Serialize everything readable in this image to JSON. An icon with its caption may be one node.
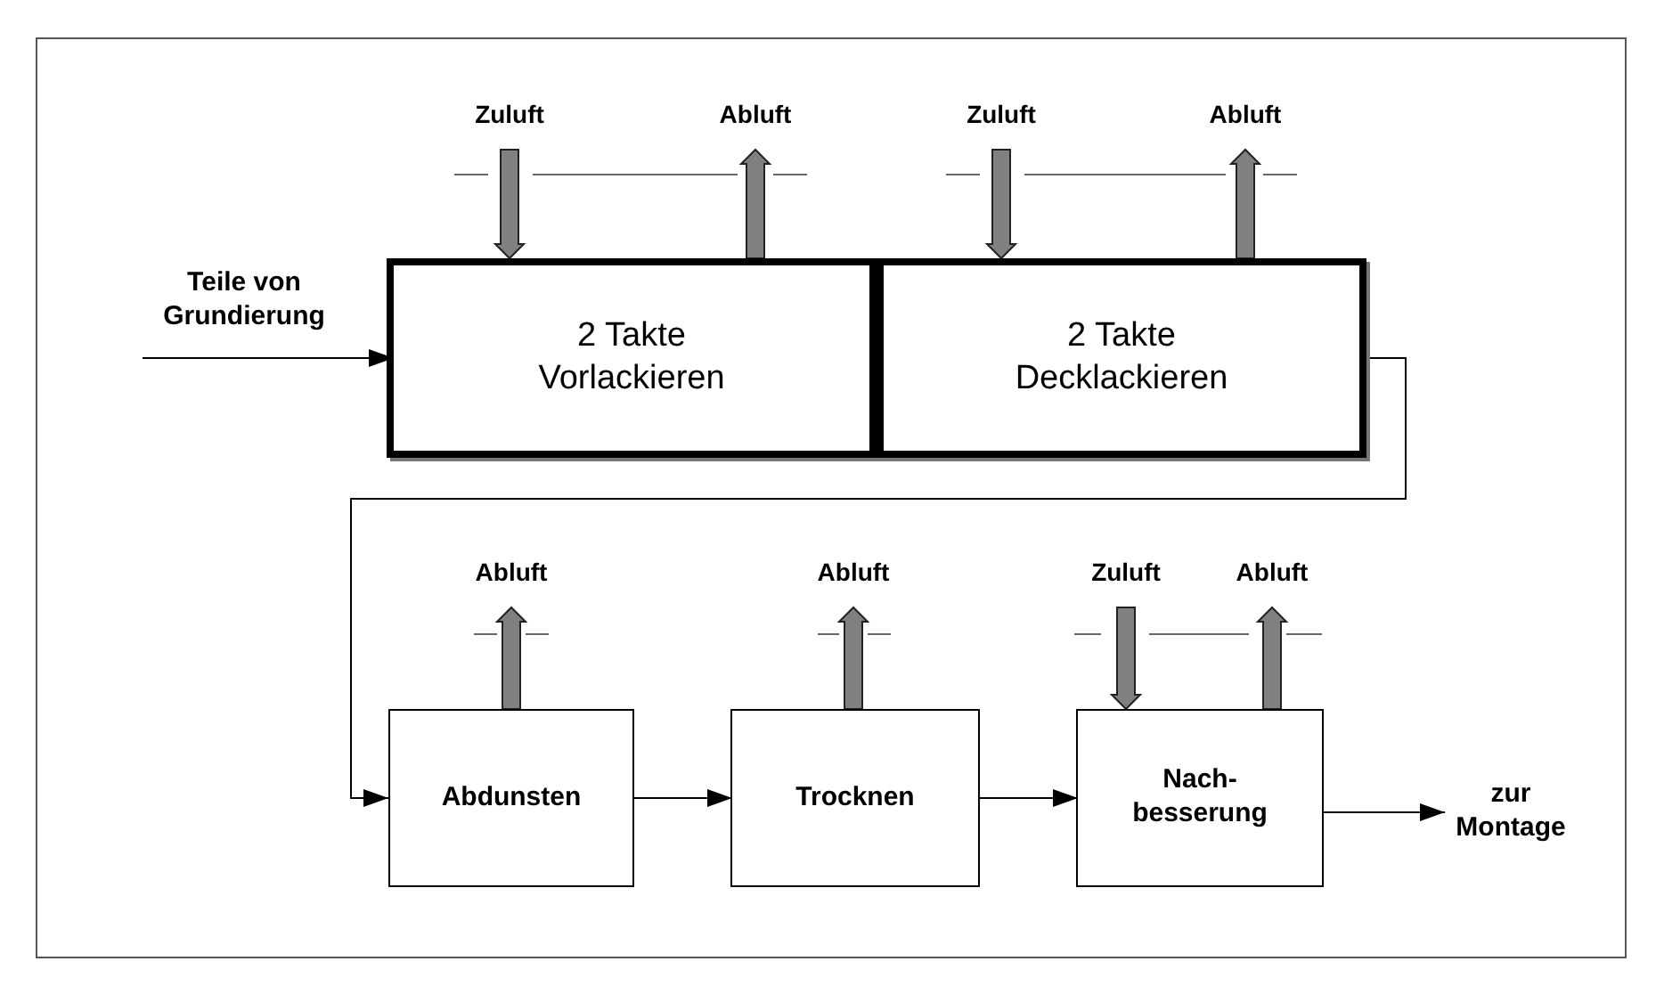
{
  "diagram": {
    "nodes": [
      {
        "text": [
          "Zuluft"
        ]
      },
      {
        "text": [
          "Abluft"
        ]
      },
      {
        "text": [
          "Zuluft"
        ]
      },
      {
        "text": [
          "Abluft"
        ]
      },
      {
        "text": [
          "Teile von Grundierung"
        ]
      },
      {
        "text": [
          "2 Takte Vorlackieren"
        ]
      },
      {
        "text": [
          "2 Takte Decklackieren"
        ]
      },
      {
        "text": [
          "Abluft"
        ]
      },
      {
        "text": [
          "Abluft"
        ]
      },
      {
        "text": [
          "Zuluft"
        ]
      },
      {
        "text": [
          "Abluft"
        ]
      },
      {
        "text": [
          "Abdunsten"
        ]
      },
      {
        "text": [
          "Trocknen"
        ]
      },
      {
        "text": [
          "Nach- besserung"
        ]
      },
      {
        "text": [
          "zur Montage"
        ]
      }
    ],
    "edges": [
      {
        "from": 4,
        "to": 5,
        "arrow": "to"
      },
      {
        "from": 0,
        "to": 5,
        "arrow": "to",
        "style": "thick",
        "color": "#808080"
      },
      {
        "from": 5,
        "to": 1,
        "arrow": "to",
        "style": "thick",
        "color": "#808080"
      },
      {
        "from": 2,
        "to": 6,
        "arrow": "to",
        "style": "thick",
        "color": "#808080"
      },
      {
        "from": 6,
        "to": 3,
        "arrow": "to",
        "style": "thick",
        "color": "#808080"
      },
      {
        "from": 6,
        "to": 11,
        "arrow": "to"
      },
      {
        "from": 11,
        "to": 7,
        "arrow": "to",
        "style": "thick",
        "color": "#808080"
      },
      {
        "from": 12,
        "to": 8,
        "arrow": "to",
        "style": "thick",
        "color": "#808080"
      },
      {
        "from": 9,
        "to": 13,
        "arrow": "to",
        "style": "thick",
        "color": "#808080"
      },
      {
        "from": 13,
        "to": 10,
        "arrow": "to",
        "style": "thick",
        "color": "#808080"
      },
      {
        "from": 11,
        "to": 12,
        "arrow": "to"
      },
      {
        "from": 12,
        "to": 13,
        "arrow": "to"
      },
      {
        "from": 13,
        "to": 14,
        "arrow": "to"
      }
    ]
  }
}
